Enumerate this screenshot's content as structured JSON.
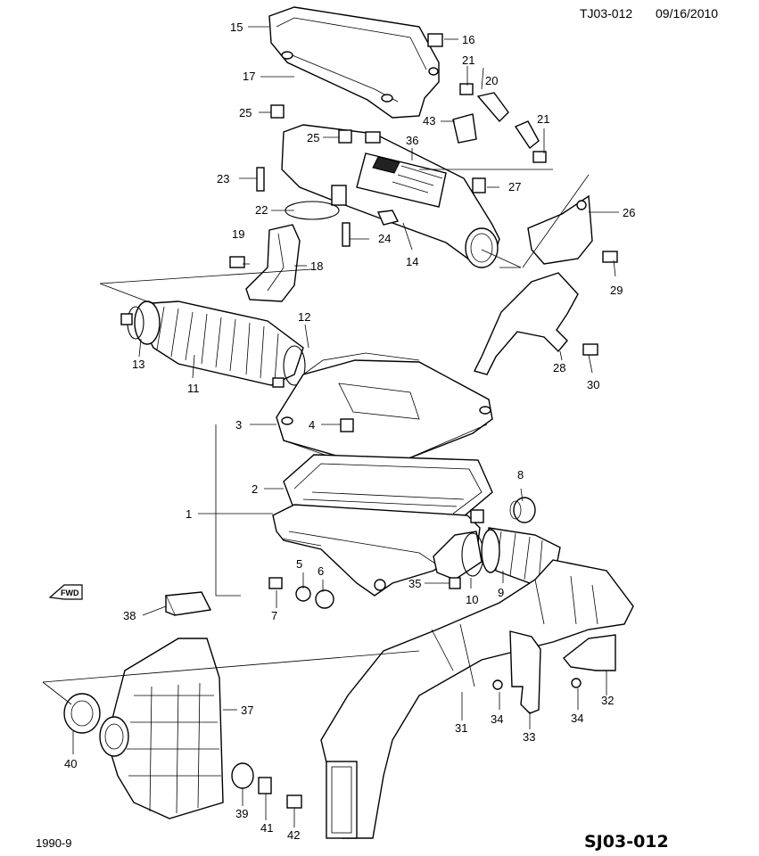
{
  "header": {
    "drawing_id": "TJ03-012",
    "date": "09/16/2010"
  },
  "footer": {
    "edition": "1990-9",
    "code": "SJ03-012"
  },
  "fwd_mark": "FWD",
  "callouts": [
    "1",
    "2",
    "3",
    "4",
    "5",
    "6",
    "7",
    "8",
    "9",
    "10",
    "11",
    "12",
    "13",
    "14",
    "15",
    "16",
    "17",
    "18",
    "19",
    "20",
    "21",
    "21",
    "22",
    "23",
    "24",
    "25",
    "25",
    "26",
    "27",
    "28",
    "29",
    "30",
    "31",
    "32",
    "33",
    "34",
    "34",
    "35",
    "36",
    "37",
    "38",
    "39",
    "40",
    "41",
    "42",
    "43"
  ]
}
